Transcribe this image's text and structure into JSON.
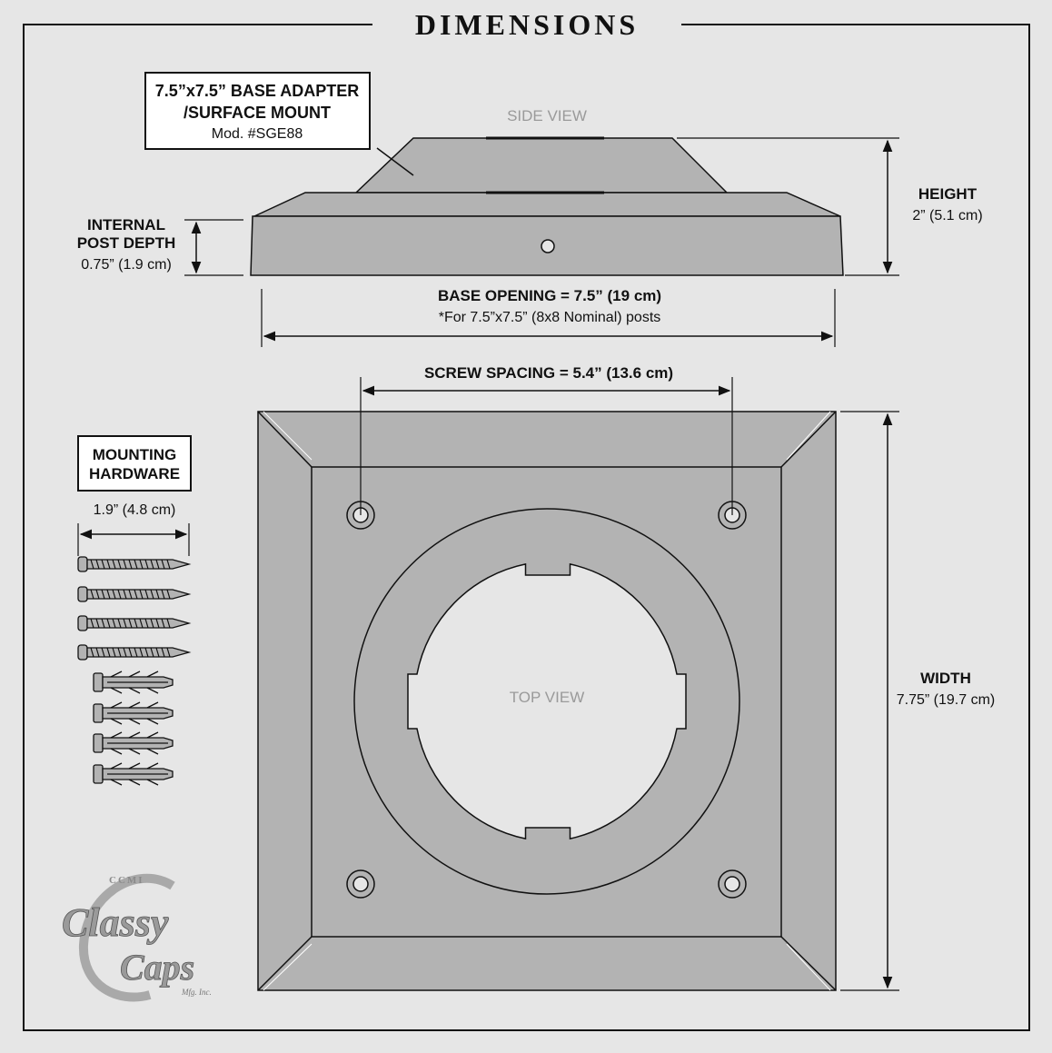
{
  "title": "DIMENSIONS",
  "product_box": {
    "line1": "7.5”x7.5” BASE ADAPTER",
    "line2": "/SURFACE MOUNT",
    "line3": "Mod. #SGE88"
  },
  "side_view": {
    "label": "SIDE VIEW",
    "height_title": "HEIGHT",
    "height_value": "2” (5.1 cm)",
    "depth_line1": "INTERNAL",
    "depth_line2": "POST DEPTH",
    "depth_value": "0.75” (1.9 cm)",
    "opening_title": "BASE OPENING = 7.5” (19 cm)",
    "opening_note": "*For 7.5”x7.5” (8x8 Nominal)  posts"
  },
  "top_view": {
    "label": "TOP VIEW",
    "screw_spacing": "SCREW SPACING = 5.4” (13.6 cm)",
    "width_title": "WIDTH",
    "width_value": "7.75” (19.7 cm)"
  },
  "hardware": {
    "title_line1": "MOUNTING",
    "title_line2": "HARDWARE",
    "length": "1.9” (4.8 cm)"
  },
  "logo": {
    "top": "CCMI",
    "word1": "Classy",
    "word2": "Caps",
    "sub": "Mfg. Inc."
  },
  "colors": {
    "background": "#e6e6e6",
    "part_fill": "#b3b3b3",
    "line": "#111111",
    "inner_opening": "#e6e6e6"
  }
}
